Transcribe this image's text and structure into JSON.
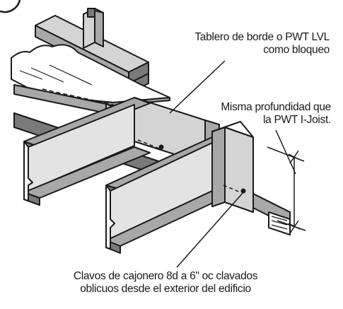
{
  "colors": {
    "outline": "#1a1a1a",
    "dark_gray": "#7a7a7a",
    "mid_gray": "#a8a8a8",
    "light_gray": "#d4d4d4",
    "web_gray": "#e3e3e3",
    "white": "#ffffff"
  },
  "callouts": {
    "rim_board": "Tablero de borde o PWT LVL\ncomo bloqueo",
    "same_depth": "Misma profundidad que\nla PWT I-Joist.",
    "nailing": "Clavos de cajonero 8d a 6\" oc clavados\noblicuos desde el exterior del edificio"
  }
}
